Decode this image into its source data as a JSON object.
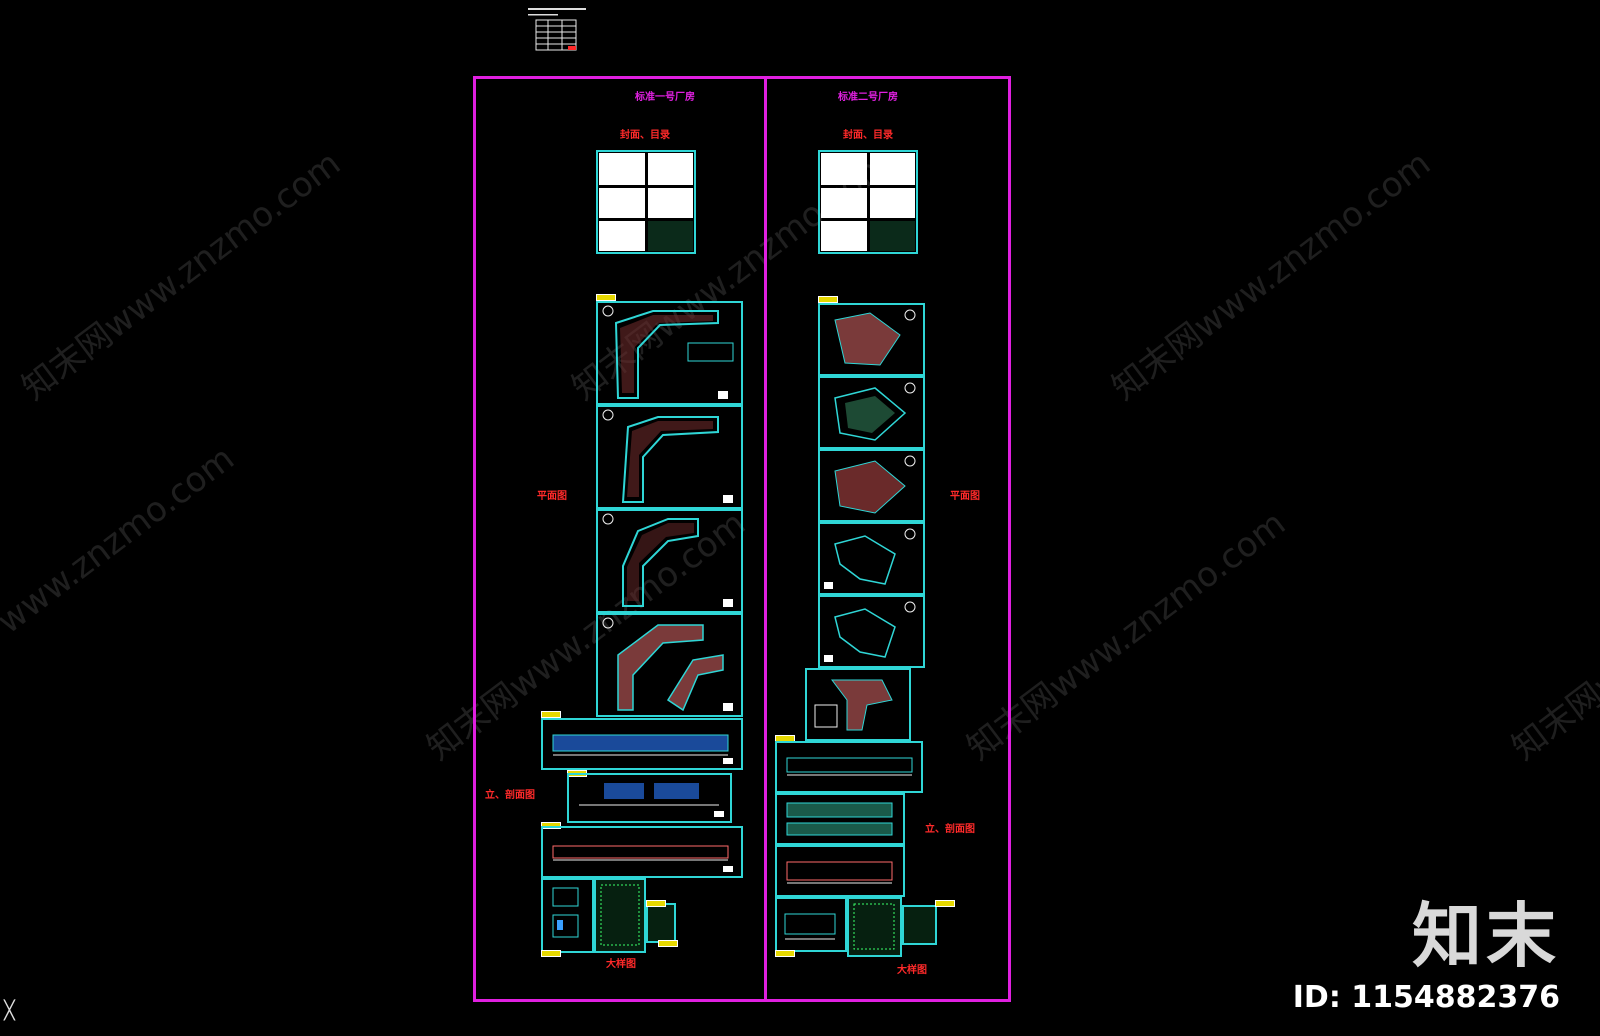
{
  "drawing": {
    "left_group_title": "标准一号厂房",
    "right_group_title": "标准二号厂房",
    "left_labels": {
      "cover": "封面、目录",
      "plans": "平面图",
      "elevations": "立、剖面图",
      "details": "大样图"
    },
    "right_labels": {
      "cover": "封面、目录",
      "plans": "平面图",
      "elevations": "立、剖面图",
      "details": "大样图"
    }
  },
  "watermarks": [
    "知末网www.znzmo.com",
    "知末网www.znzmo.com",
    "知末网www.znzmo.com",
    "www.znzmo.com",
    "知末网www.znzmo.com",
    "知末网www.znzmo.com",
    "知末网w"
  ],
  "brand": {
    "logo_text": "知末",
    "id_text": "ID: 1154882376"
  },
  "ui": {
    "close_glyph": "╳"
  },
  "colors": {
    "frame": "#e020e0",
    "sheet_border": "#2fd6d6",
    "label_red": "#ff2a2a",
    "tag_yellow": "#e6d800"
  }
}
